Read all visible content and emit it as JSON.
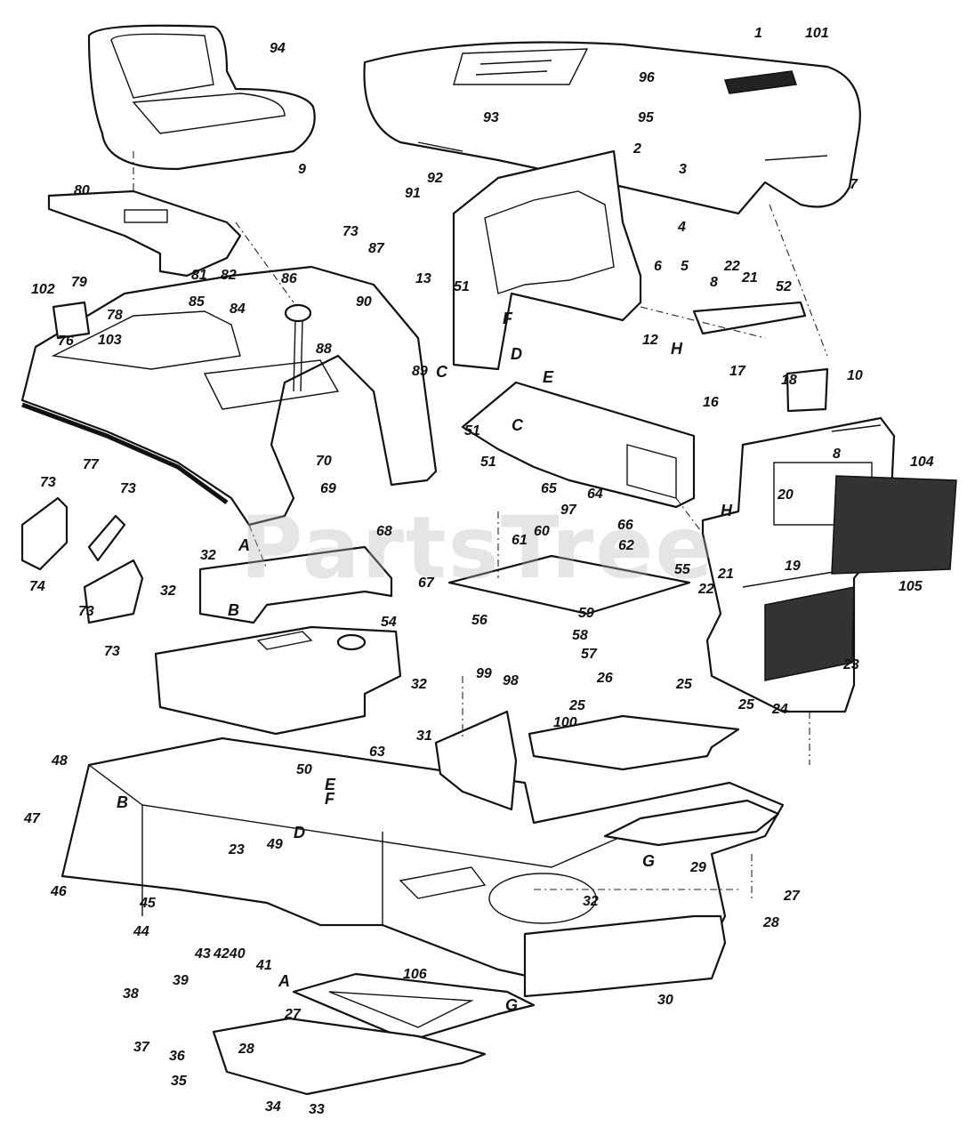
{
  "watermark": "PartsTree",
  "colors": {
    "ink": "#111111",
    "paper": "#ffffff",
    "watermark": "#b4b4b4"
  },
  "callouts": [
    "1",
    "2",
    "3",
    "4",
    "5",
    "6",
    "7",
    "8",
    "9",
    "10",
    "12",
    "13",
    "16",
    "17",
    "18",
    "19",
    "20",
    "21",
    "22",
    "23",
    "24",
    "25",
    "26",
    "27",
    "28",
    "29",
    "30",
    "31",
    "32",
    "33",
    "34",
    "35",
    "36",
    "37",
    "38",
    "39",
    "40",
    "41",
    "42",
    "43",
    "44",
    "45",
    "46",
    "47",
    "48",
    "49",
    "50",
    "51",
    "52",
    "54",
    "55",
    "56",
    "57",
    "58",
    "59",
    "60",
    "61",
    "62",
    "63",
    "64",
    "65",
    "66",
    "67",
    "68",
    "69",
    "70",
    "73",
    "74",
    "76",
    "77",
    "78",
    "79",
    "80",
    "81",
    "82",
    "84",
    "85",
    "86",
    "87",
    "88",
    "89",
    "90",
    "91",
    "92",
    "93",
    "94",
    "95",
    "96",
    "97",
    "98",
    "99",
    "100",
    "101",
    "102",
    "103",
    "104",
    "105",
    "106"
  ],
  "reference_letters": [
    "A",
    "B",
    "C",
    "D",
    "E",
    "F",
    "G",
    "H"
  ]
}
